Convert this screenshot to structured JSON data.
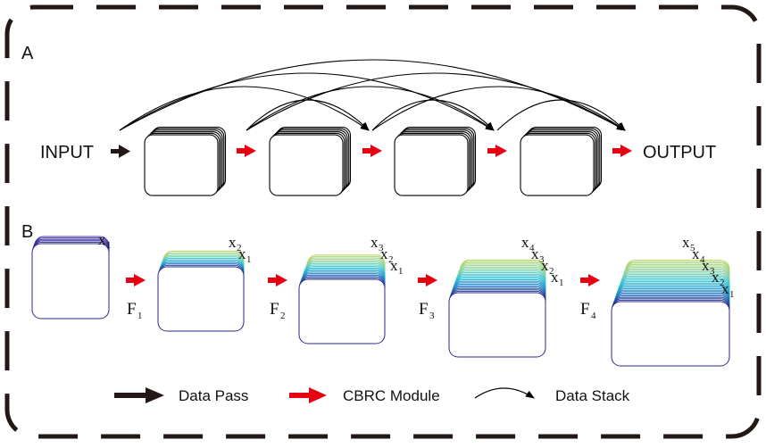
{
  "panel_a": {
    "label": "A",
    "input_label": "INPUT",
    "output_label": "OUTPUT"
  },
  "panel_b": {
    "label": "B",
    "stage_labels": [
      [
        "x",
        "1"
      ],
      [
        "x",
        "2",
        "x",
        "1"
      ],
      [
        "x",
        "3",
        "x",
        "2",
        "x",
        "1"
      ],
      [
        "x",
        "4",
        "x",
        "3",
        "x",
        "2",
        "x",
        "1"
      ],
      [
        "x",
        "5",
        "x",
        "4",
        "x",
        "3",
        "x",
        "2",
        "x",
        "1"
      ]
    ],
    "functions": [
      {
        "letter": "F",
        "sub": "1"
      },
      {
        "letter": "F",
        "sub": "2"
      },
      {
        "letter": "F",
        "sub": "3"
      },
      {
        "letter": "F",
        "sub": "4"
      }
    ]
  },
  "legend": {
    "data_pass": "Data Pass",
    "cbrc_module": "CBRC Module",
    "data_stack": "Data Stack"
  },
  "colors": {
    "frame": "#231815",
    "cbrc_arrow": "#e60012",
    "data_arrow": "#231815",
    "stack_gradient": [
      "#2a2a8c",
      "#1e88c8",
      "#2ec4d6",
      "#8fd3a0",
      "#b8d86a"
    ]
  }
}
